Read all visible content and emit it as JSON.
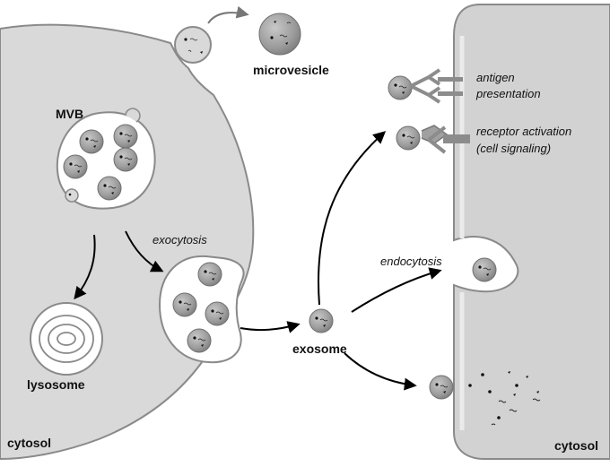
{
  "labels": {
    "microvesicle": "microvesicle",
    "mvb": "MVB",
    "exocytosis": "exocytosis",
    "lysosome": "lysosome",
    "cytosol_left": "cytosol",
    "exosome": "exosome",
    "antigen_line1": "antigen",
    "antigen_line2": "presentation",
    "receptor_line1": "receptor activation",
    "receptor_line2": "(cell signaling)",
    "endocytosis": "endocytosis",
    "cytosol_right": "cytosol"
  },
  "colors": {
    "cell_fill": "#d9d9d9",
    "vesicle_fill": "#9e9e9e",
    "outline": "#8a8a8a",
    "receptor": "#8c8c8c",
    "arrow": "#000000"
  }
}
